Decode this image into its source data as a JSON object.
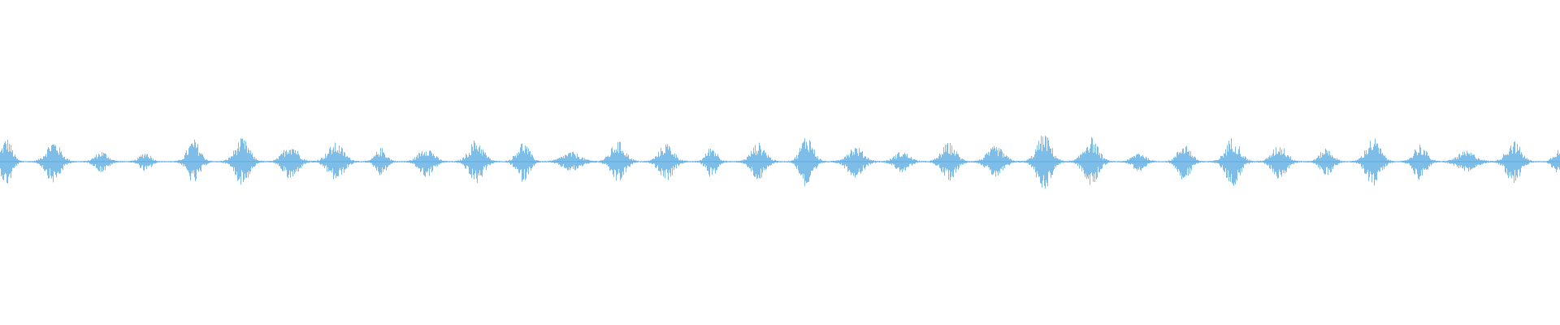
{
  "waveform": {
    "color": "#5dade2",
    "background": "#ffffff",
    "bursts": [
      {
        "t": 0.004,
        "amp": 0.7,
        "w": 0.006
      },
      {
        "t": 0.034,
        "amp": 0.62,
        "w": 0.008
      },
      {
        "t": 0.065,
        "amp": 0.3,
        "w": 0.007
      },
      {
        "t": 0.093,
        "amp": 0.28,
        "w": 0.006
      },
      {
        "t": 0.124,
        "amp": 0.65,
        "w": 0.007
      },
      {
        "t": 0.155,
        "amp": 0.68,
        "w": 0.008
      },
      {
        "t": 0.186,
        "amp": 0.55,
        "w": 0.008
      },
      {
        "t": 0.215,
        "amp": 0.55,
        "w": 0.009
      },
      {
        "t": 0.244,
        "amp": 0.4,
        "w": 0.006
      },
      {
        "t": 0.273,
        "amp": 0.45,
        "w": 0.008
      },
      {
        "t": 0.305,
        "amp": 0.65,
        "w": 0.008
      },
      {
        "t": 0.335,
        "amp": 0.58,
        "w": 0.007
      },
      {
        "t": 0.366,
        "amp": 0.28,
        "w": 0.01
      },
      {
        "t": 0.396,
        "amp": 0.6,
        "w": 0.008
      },
      {
        "t": 0.427,
        "amp": 0.55,
        "w": 0.008
      },
      {
        "t": 0.456,
        "amp": 0.45,
        "w": 0.006
      },
      {
        "t": 0.486,
        "amp": 0.55,
        "w": 0.008
      },
      {
        "t": 0.517,
        "amp": 0.8,
        "w": 0.007
      },
      {
        "t": 0.548,
        "amp": 0.45,
        "w": 0.009
      },
      {
        "t": 0.578,
        "amp": 0.3,
        "w": 0.008
      },
      {
        "t": 0.608,
        "amp": 0.55,
        "w": 0.008
      },
      {
        "t": 0.638,
        "amp": 0.45,
        "w": 0.009
      },
      {
        "t": 0.669,
        "amp": 0.82,
        "w": 0.008
      },
      {
        "t": 0.699,
        "amp": 0.72,
        "w": 0.008
      },
      {
        "t": 0.73,
        "amp": 0.28,
        "w": 0.007
      },
      {
        "t": 0.759,
        "amp": 0.55,
        "w": 0.007
      },
      {
        "t": 0.79,
        "amp": 0.72,
        "w": 0.008
      },
      {
        "t": 0.82,
        "amp": 0.5,
        "w": 0.008
      },
      {
        "t": 0.85,
        "amp": 0.4,
        "w": 0.007
      },
      {
        "t": 0.88,
        "amp": 0.7,
        "w": 0.008
      },
      {
        "t": 0.91,
        "amp": 0.52,
        "w": 0.007
      },
      {
        "t": 0.94,
        "amp": 0.3,
        "w": 0.01
      },
      {
        "t": 0.97,
        "amp": 0.62,
        "w": 0.008
      },
      {
        "t": 0.998,
        "amp": 0.35,
        "w": 0.005
      }
    ]
  }
}
